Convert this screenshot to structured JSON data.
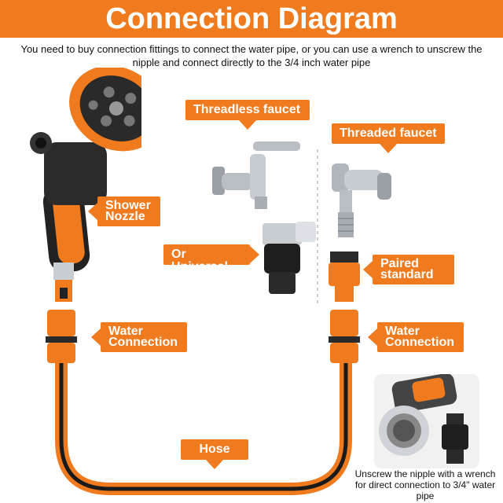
{
  "header": {
    "title": "Connection Diagram"
  },
  "subtitle": "You need to buy connection fittings to connect the water pipe, or you can use a wrench to unscrew the nipple and connect directly to the 3/4 inch water pipe",
  "labels": {
    "threadless_faucet": "Threadless faucet",
    "threaded_faucet": "Threaded faucet",
    "shower_nozzle": "Shower Nozzle",
    "or_universal": "Or Universal",
    "paired_standard": "Paired standard",
    "water_connection_left": "Water Connection",
    "water_connection_right": "Water Connection",
    "hose": "Hose"
  },
  "inset_caption": "Unscrew the nipple with a wrench for direct connection to 3/4\" water pipe",
  "colors": {
    "accent": "#f07a1e",
    "rubber": "#222222",
    "chrome": "#b9bec4"
  }
}
